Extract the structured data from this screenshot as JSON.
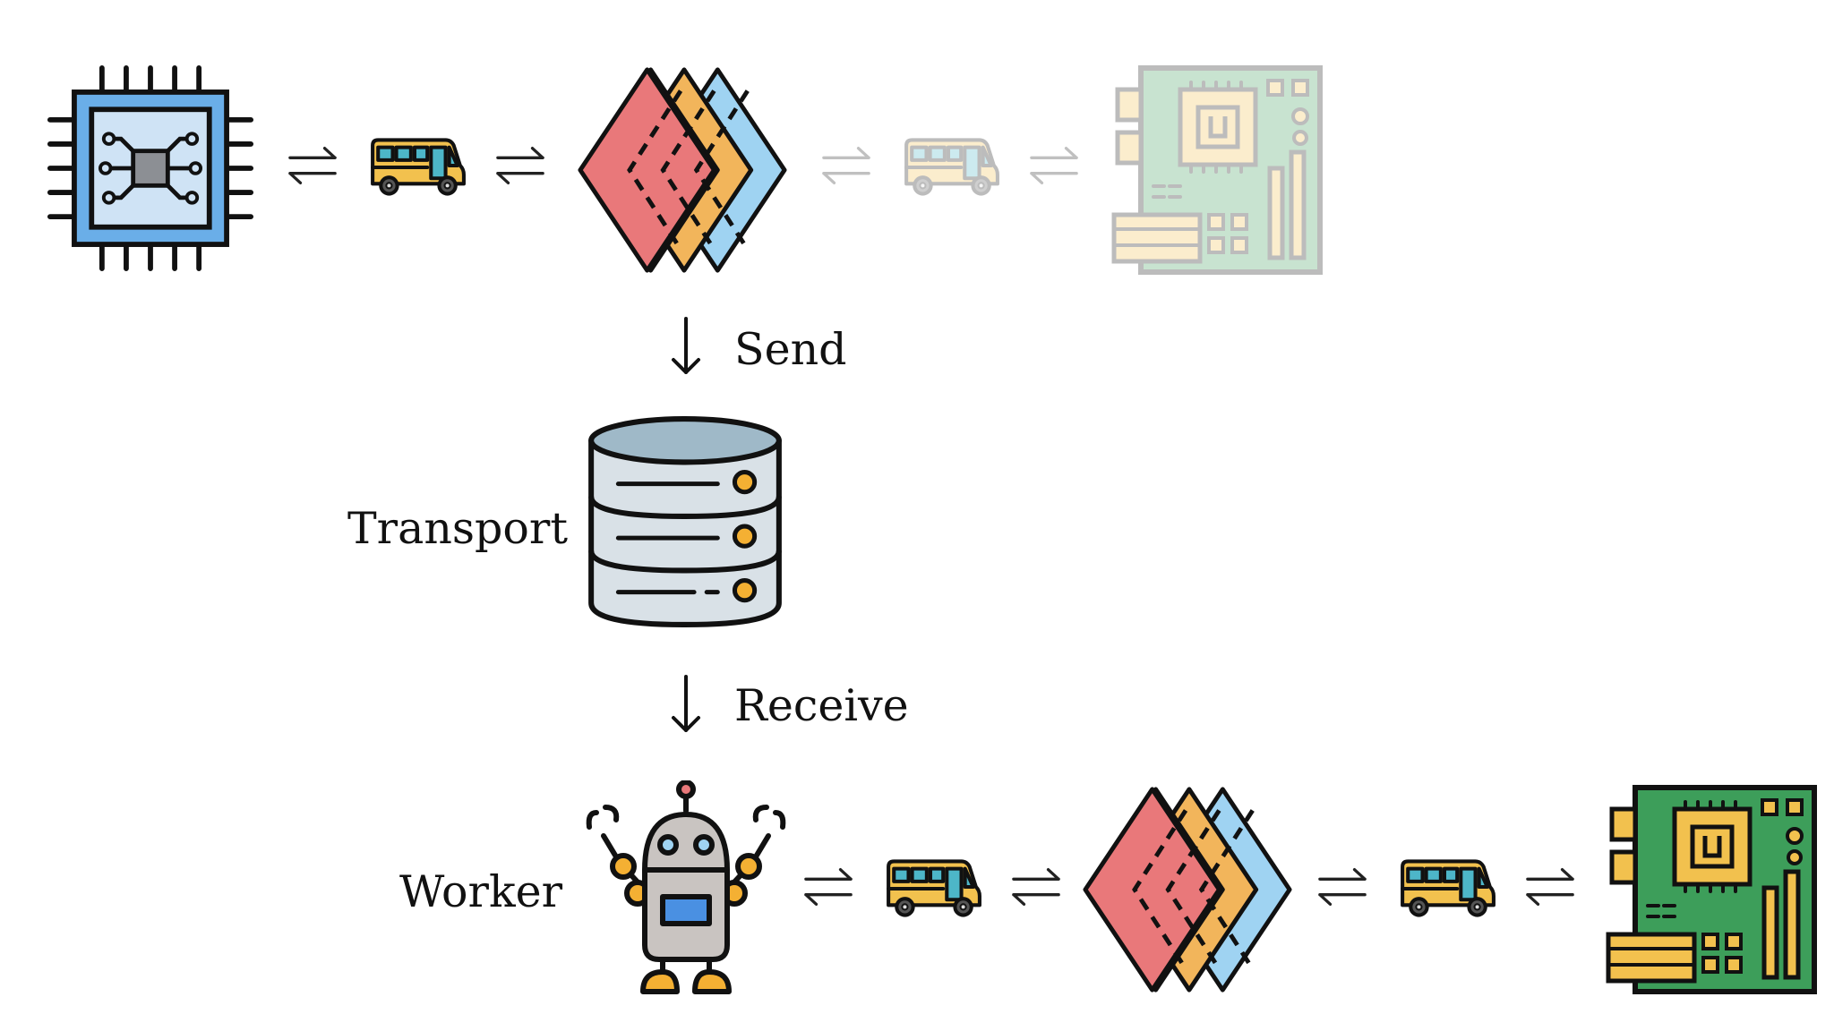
{
  "labels": {
    "send": "Send",
    "transport": "Transport",
    "receive": "Receive",
    "worker": "Worker"
  },
  "icons": {
    "cpu": "cpu-chip-icon",
    "bus": "bus-icon",
    "layers": "layers-icon",
    "motherboard": "motherboard-icon",
    "database": "database-icon",
    "robot": "robot-icon",
    "exchange": "bidirectional-arrow-icon",
    "down": "down-arrow-icon"
  },
  "colors": {
    "outline": "#111111",
    "cpu_blue": "#6aaee8",
    "cpu_inner": "#cfe3f5",
    "bus_yellow": "#f2c14e",
    "bus_window": "#4db6c8",
    "layer_red": "#e9787a",
    "layer_yellow": "#f7e29a",
    "layer_orange": "#f2b55b",
    "layer_blue": "#9fd3f2",
    "board_green": "#3d9e5a",
    "db_gray": "#d9e1e7",
    "robot_gray": "#c9c4c1",
    "robot_orange": "#f4b033"
  }
}
